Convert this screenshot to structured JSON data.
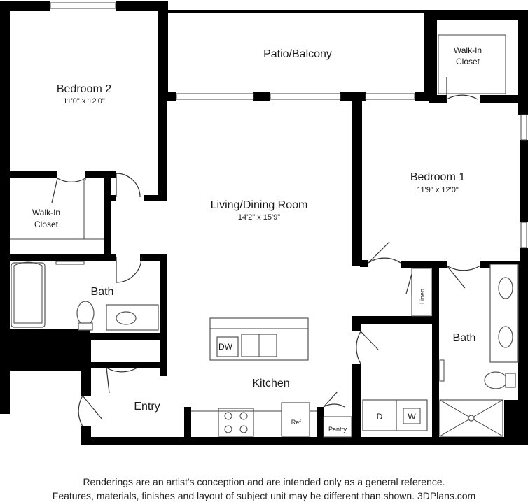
{
  "rooms": {
    "bedroom2": {
      "name": "Bedroom 2",
      "dims": "11'0\" x 12'0\""
    },
    "patio": {
      "name": "Patio/Balcony"
    },
    "walkin_top": {
      "line1": "Walk-In",
      "line2": "Closet"
    },
    "bedroom1": {
      "name": "Bedroom 1",
      "dims": "11'9\" x 12'0\""
    },
    "living": {
      "name": "Living/Dining Room",
      "dims": "14'2\" x 15'9\""
    },
    "walkin_left": {
      "line1": "Walk-In",
      "line2": "Closet"
    },
    "bath_left": {
      "name": "Bath"
    },
    "bath_right": {
      "name": "Bath"
    },
    "linen": {
      "name": "Linen"
    },
    "kitchen": {
      "name": "Kitchen"
    },
    "dw": {
      "name": "DW"
    },
    "entry": {
      "name": "Entry"
    },
    "ref": {
      "name": "Ref."
    },
    "pantry": {
      "name": "Pantry"
    },
    "dryer": {
      "name": "D"
    },
    "washer": {
      "name": "W"
    }
  },
  "footer": {
    "line1": "Renderings are an artist's conception and are intended only as a general reference.",
    "line2": "Features, materials, finishes and layout of subject unit may be different than shown. 3DPlans.com"
  }
}
